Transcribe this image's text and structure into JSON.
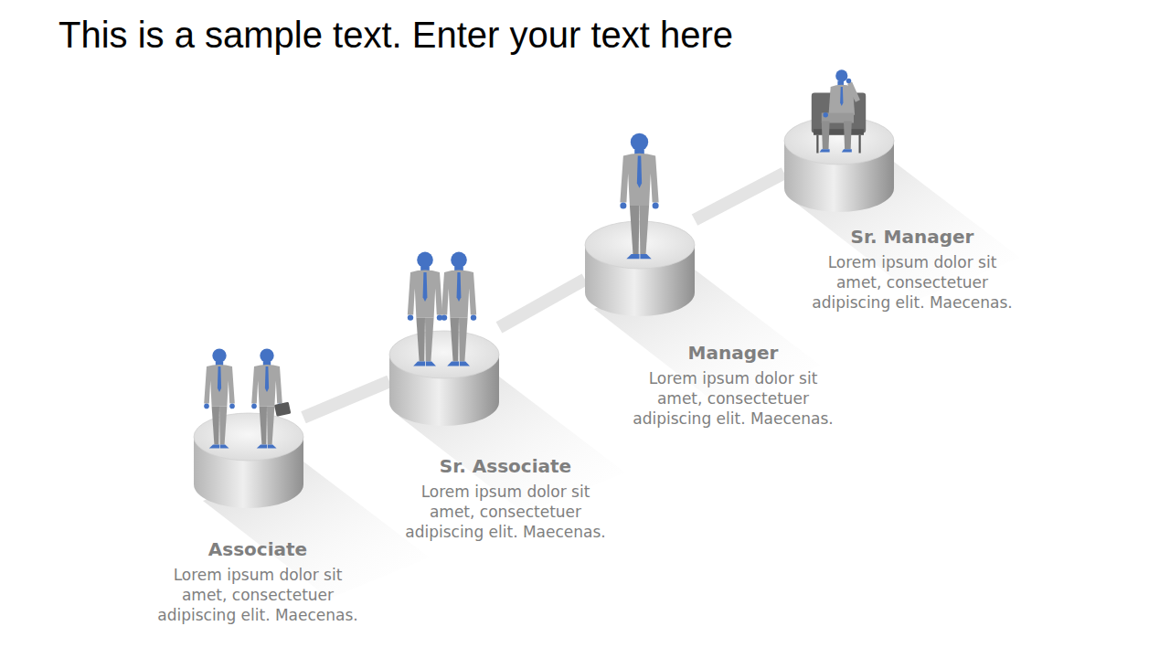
{
  "diagram": {
    "title": "This is a sample text. Enter your text here",
    "nodes": [
      {
        "text": [
          "Associate",
          "Lorem ipsum dolor sit amet, consectetuer adipiscing elit. Maecenas."
        ]
      },
      {
        "text": [
          "Sr. Associate",
          "Lorem ipsum dolor sit amet, consectetuer adipiscing elit. Maecenas."
        ]
      },
      {
        "text": [
          "Manager",
          "Lorem ipsum dolor sit amet, consectetuer adipiscing elit. Maecenas."
        ]
      },
      {
        "text": [
          "Sr. Manager",
          "Lorem ipsum dolor sit amet, consectetuer adipiscing elit. Maecenas."
        ]
      }
    ],
    "edges": [
      {
        "from": 0,
        "to": 1,
        "arrow": "none"
      },
      {
        "from": 1,
        "to": 2,
        "arrow": "none"
      },
      {
        "from": 2,
        "to": 3,
        "arrow": "none"
      }
    ]
  }
}
